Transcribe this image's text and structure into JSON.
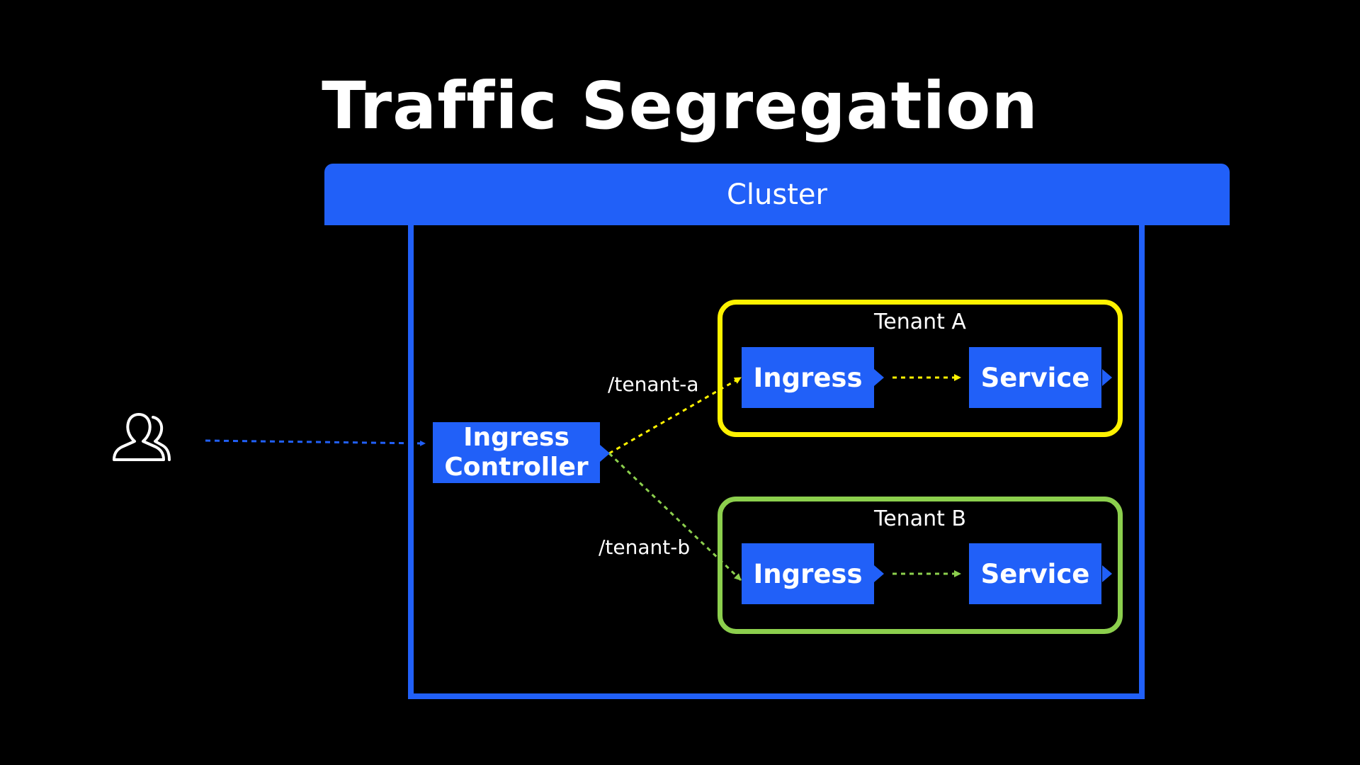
{
  "slide": {
    "title": "Traffic Segregation"
  },
  "cluster": {
    "label": "Cluster",
    "color": "#2160f8"
  },
  "controller": {
    "line1": "Ingress",
    "line2": "Controller"
  },
  "routes": {
    "tenant_a": "/tenant-a",
    "tenant_b": "/tenant-b"
  },
  "tenants": [
    {
      "name": "Tenant A",
      "border_color": "#fff200",
      "ingress_label": "Ingress",
      "service_label": "Service"
    },
    {
      "name": "Tenant B",
      "border_color": "#8ccf4d",
      "ingress_label": "Ingress",
      "service_label": "Service"
    }
  ],
  "colors": {
    "background": "#000000",
    "box_fill": "#2160f8",
    "text": "#ffffff",
    "user_flow": "#2160f8",
    "route_a": "#fff200",
    "route_b": "#8ccf4d"
  },
  "icons": {
    "users": "users-icon"
  }
}
